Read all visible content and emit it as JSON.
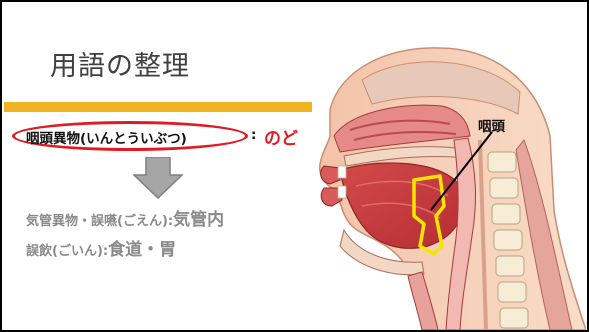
{
  "slide": {
    "title": "用語の整理",
    "term": {
      "label": "咽頭異物(いんとういぶつ)",
      "colon": ":",
      "meaning": "のど"
    },
    "items": [
      {
        "term": "気管異物・誤嚥(ごえん)",
        "colon": ":",
        "meaning": "気管内"
      },
      {
        "term": "誤飲(ごいん)",
        "colon": ":",
        "meaning": "食道・胃"
      }
    ],
    "figure": {
      "label": "咽頭",
      "region_highlight_color": "#f5e600"
    },
    "colors": {
      "accent": "#f0b323",
      "emphasis": "#e01b24",
      "muted_text": "#8a8a8a",
      "title_text": "#404040"
    },
    "icons": {
      "arrow": "down-arrow-icon",
      "figure": "throat-anatomy-illustration"
    }
  }
}
